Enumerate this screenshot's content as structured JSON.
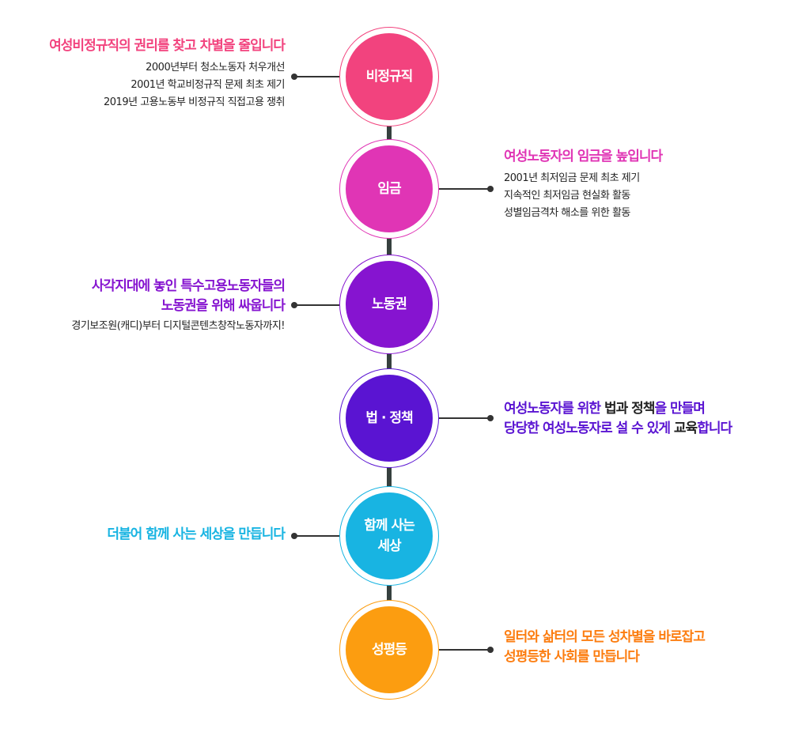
{
  "items": [
    {
      "label": "비정규직",
      "color": "#f2437e",
      "heading": [
        "여성비정규직의 권리를 찾고 차별을 줄입니다"
      ],
      "details": [
        "2000년부터 청소노동자 처우개선",
        "2001년 학교비정규직 문제 최초 제기",
        "2019년 고용노동부 비정규직 직접고용 쟁취"
      ]
    },
    {
      "label": "임금",
      "color": "#e035b5",
      "heading": [
        "여성노동자의 임금을 높입니다"
      ],
      "details": [
        "2001년 최저임금 문제 최초 제기",
        "지속적인 최저임금 현실화 활동",
        "성별임금격차 해소를 위한 활동"
      ]
    },
    {
      "label": "노동권",
      "color": "#8614d0",
      "heading": [
        "사각지대에 놓인 특수고용노동자들의",
        "노동권을 위해 싸웁니다"
      ],
      "details": [
        "경기보조원(캐디)부터 디지털콘텐츠창작노동자까지!"
      ]
    },
    {
      "label": "법 · 정책",
      "color": "#5a14d2",
      "heading_segments": [
        [
          "여성노동자를 위한 ",
          "법과 정책",
          "을 만들며"
        ],
        [
          "당당한 여성노동자로 설 수 있게 ",
          "교육",
          "합니다"
        ]
      ]
    },
    {
      "label": "함께 사는 세상",
      "color": "#18b4e2",
      "heading": [
        "더불어 함께 사는 세상을 만듭니다"
      ]
    },
    {
      "label": "성평등",
      "color": "#fc9d10",
      "heading": [
        "일터와 삶터의 모든 성차별을 바로잡고",
        "성평등한 사회를 만듭니다"
      ]
    }
  ]
}
